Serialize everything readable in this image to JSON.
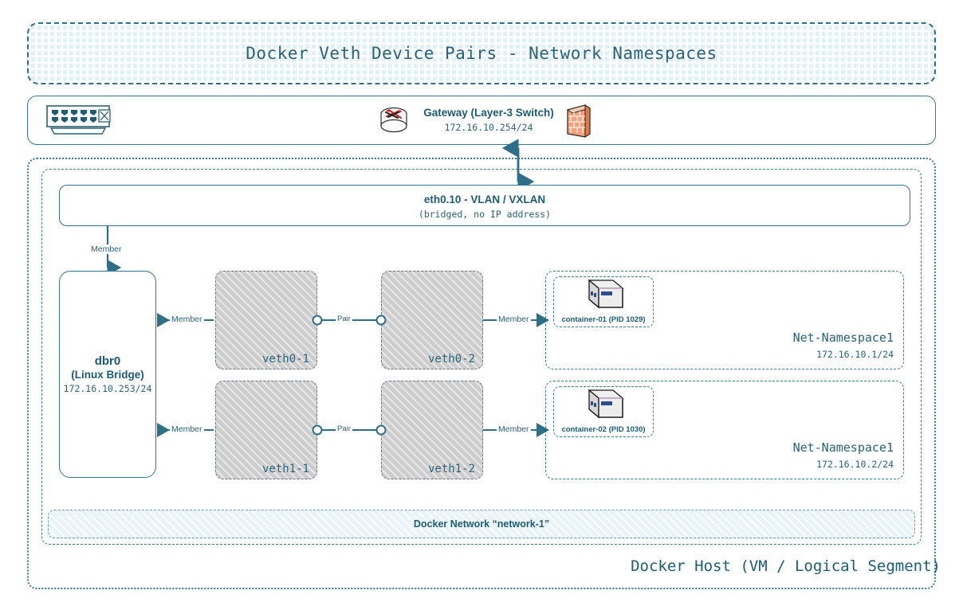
{
  "title": {
    "text": "Docker Veth Device Pairs - Network Namespaces"
  },
  "uplink": {
    "switch_icon": "network-switch-icon",
    "router_icon": "router-icon",
    "firewall_icon": "firewall-icon",
    "gateway_title": "Gateway (Layer-3 Switch)",
    "gateway_ip": "172.16.10.254/24"
  },
  "host": {
    "label": "Docker Host (VM / Logical Segment)",
    "eth": {
      "title": "eth0.10 - VLAN / VXLAN",
      "subtitle": "(bridged, no IP address)"
    },
    "bridge": {
      "name": "dbr0",
      "kind": "(Linux Bridge)",
      "ip": "172.16.10.253/24",
      "uplink_edge_label": "Member"
    },
    "veth_pairs": [
      {
        "left": "veth0-1",
        "right": "veth0-2",
        "pair_label": "Pair",
        "bridge_edge_label": "Member",
        "ns_edge_label": "Member"
      },
      {
        "left": "veth1-1",
        "right": "veth1-2",
        "pair_label": "Pair",
        "bridge_edge_label": "Member",
        "ns_edge_label": "Member"
      }
    ],
    "namespaces": [
      {
        "container_label": "container-01 (PID 1029)",
        "container_icon": "server-box-icon",
        "name": "Net-Namespace1",
        "ip": "172.16.10.1/24"
      },
      {
        "container_label": "container-02 (PID 1030)",
        "container_icon": "server-box-icon",
        "name": "Net-Namespace1",
        "ip": "172.16.10.2/24"
      }
    ],
    "docker_network": {
      "label": "Docker Network “network-1”"
    }
  },
  "colors": {
    "accent": "#1d5c72",
    "line": "#36758c",
    "veth_fill": "#cdcdcd",
    "banner_fill": "#dff0f6",
    "firewall": "#f08050"
  }
}
